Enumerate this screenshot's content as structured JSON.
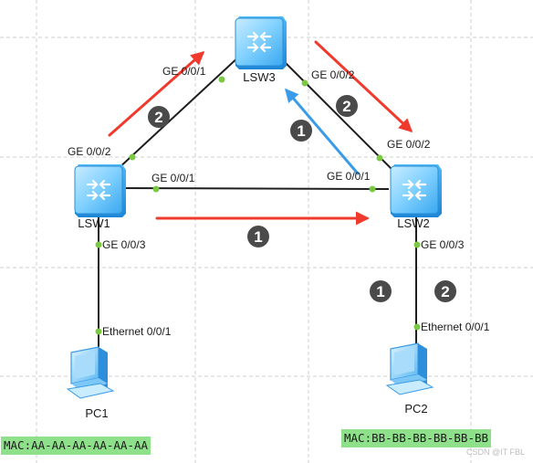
{
  "devices": {
    "lsw1": {
      "label": "LSW1"
    },
    "lsw2": {
      "label": "LSW2"
    },
    "lsw3": {
      "label": "LSW3"
    },
    "pc1": {
      "label": "PC1"
    },
    "pc2": {
      "label": "PC2"
    }
  },
  "ports": {
    "lsw3_left": "GE 0/0/1",
    "lsw3_right": "GE 0/0/2",
    "lsw1_top": "GE 0/0/2",
    "lsw1_right": "GE 0/0/1",
    "lsw1_bottom": "GE 0/0/3",
    "lsw2_top": "GE 0/0/2",
    "lsw2_left": "GE 0/0/1",
    "lsw2_bottom": "GE 0/0/3",
    "pc1_eth": "Ethernet 0/0/1",
    "pc2_eth": "Ethernet 0/0/1"
  },
  "steps": {
    "lsw1_lsw3": "2",
    "lsw3_lsw2_blue": "1",
    "lsw3_lsw2_red": "2",
    "lsw1_lsw2": "1",
    "pc2_a": "1",
    "pc2_b": "2"
  },
  "mac": {
    "pc1": "MAC:AA-AA-AA-AA-AA-AA",
    "pc2": "MAC:BB-BB-BB-BB-BB-BB"
  },
  "watermark": "CSDN @IT FBL",
  "colors": {
    "link": "#1e1e1e",
    "port_dot": "#7ac943",
    "arrow_red": "#f03a2e",
    "arrow_blue": "#3a9be8",
    "badge": "#4a4a4a",
    "mac_bg": "#8fe08a"
  }
}
